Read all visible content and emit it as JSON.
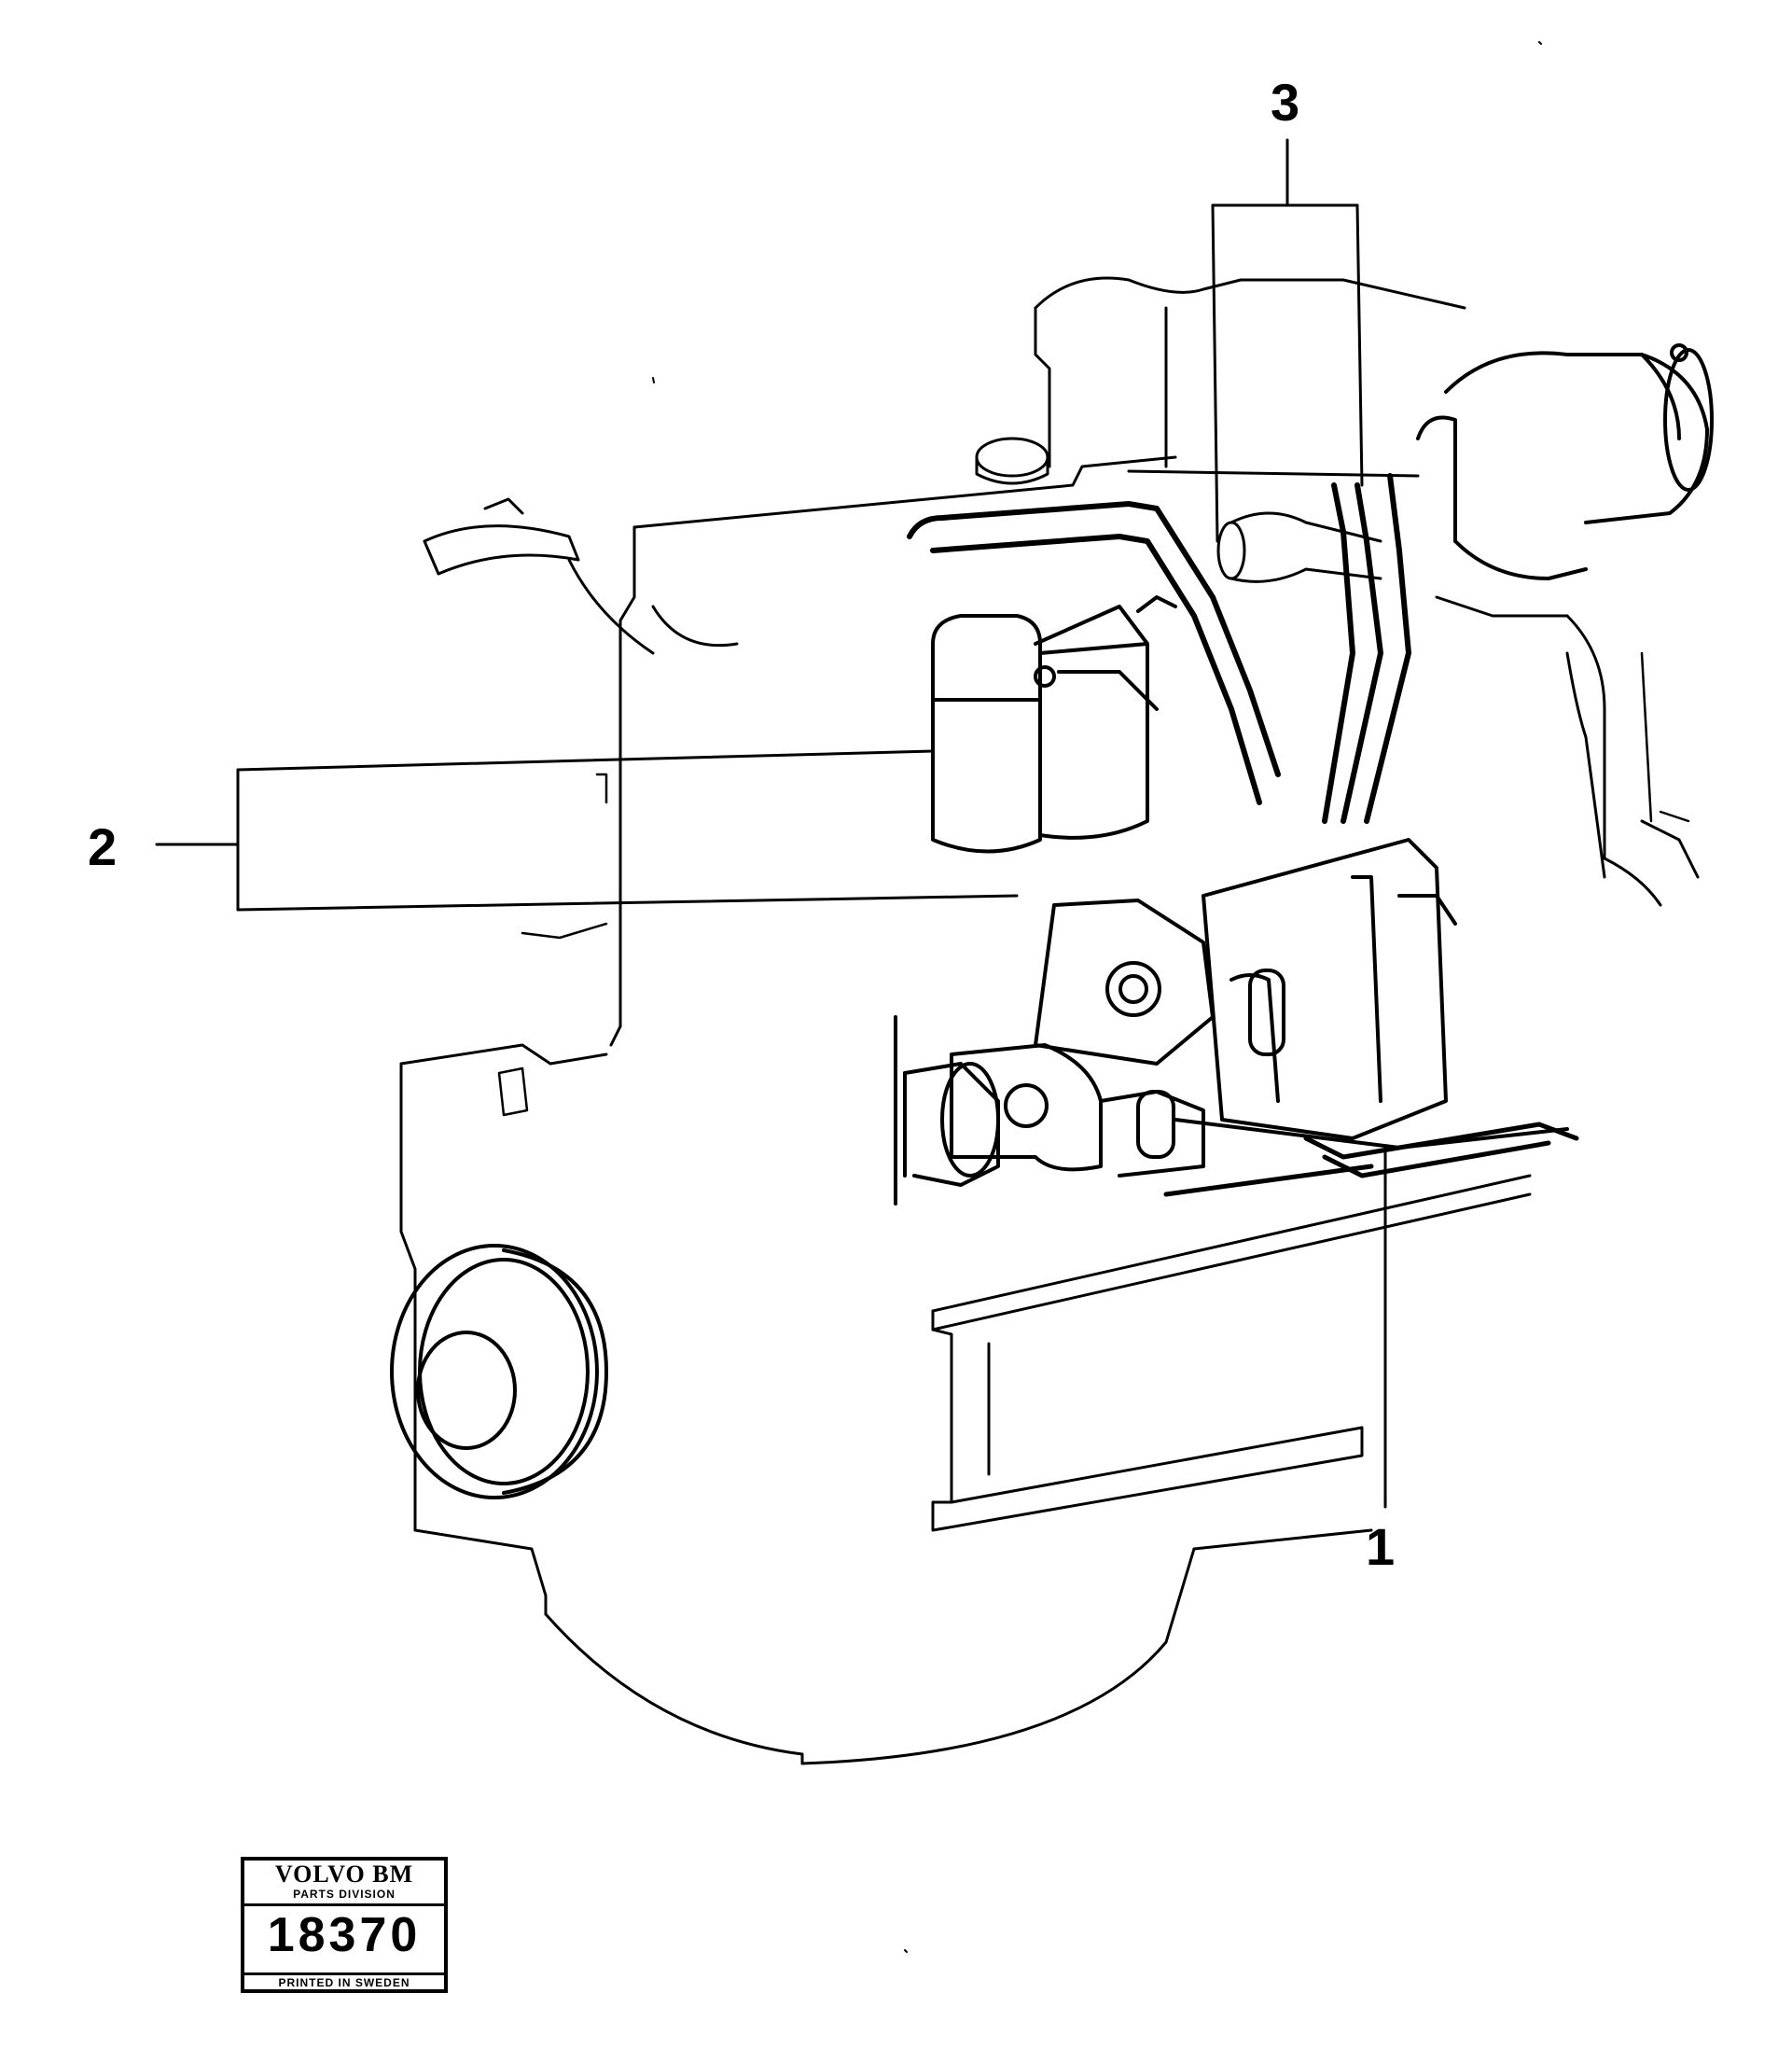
{
  "callouts": {
    "one": "1",
    "two": "2",
    "three": "3"
  },
  "stamp": {
    "brand": "VOLVO BM",
    "division": "PARTS DIVISION",
    "number": "18370",
    "printed": "PRINTED IN SWEDEN"
  },
  "colors": {
    "ink": "#000000",
    "paper": "#ffffff"
  }
}
